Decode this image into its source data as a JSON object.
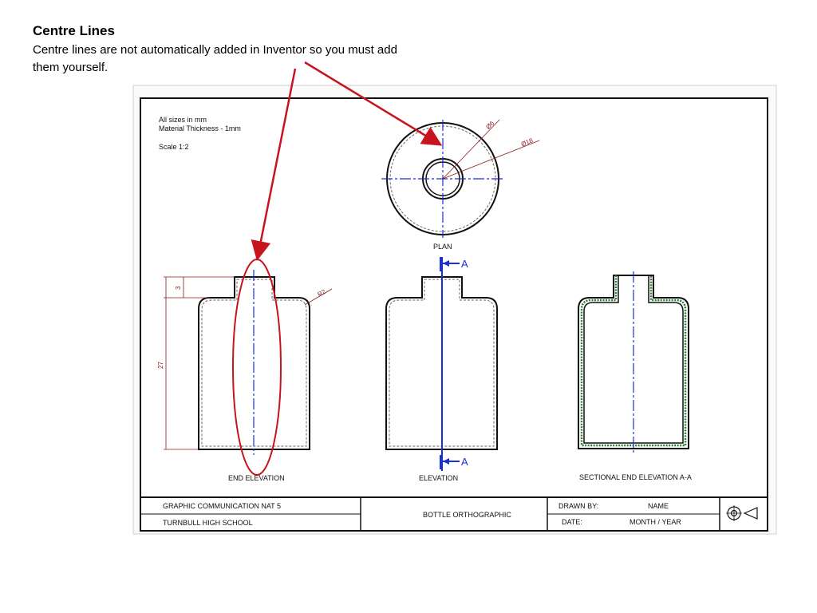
{
  "slide": {
    "title": "Centre Lines",
    "body": "Centre lines are not automatically added in Inventor so you must add them yourself."
  },
  "drawing": {
    "notes": [
      "All sizes in mm",
      "Material Thickness - 1mm",
      "Scale 1:2"
    ],
    "dimensions": {
      "inner_dia": "Ø6",
      "outer_dia": "Ø18",
      "neck_height": "3",
      "body_height": "27",
      "radius": "R2"
    },
    "view_labels": {
      "plan": "PLAN",
      "end": "END ELEVATION",
      "elevation": "ELEVATION",
      "section": "SECTIONAL END ELEVATION A-A"
    },
    "section_marker": "A",
    "title_block": {
      "course": "GRAPHIC COMMUNICATION NAT 5",
      "school": "TURNBULL HIGH SCHOOL",
      "title": "BOTTLE ORTHOGRAPHIC",
      "drawn_by_label": "DRAWN BY:",
      "drawn_by_value": "NAME",
      "date_label": "DATE:",
      "date_value": "MONTH / YEAR"
    }
  },
  "colors": {
    "centre_line": "#1a2fd4",
    "dimension": "#8b1a1a",
    "annotation": "#c8141e",
    "outline": "#111111",
    "section_hatch": "#2e7d32"
  }
}
